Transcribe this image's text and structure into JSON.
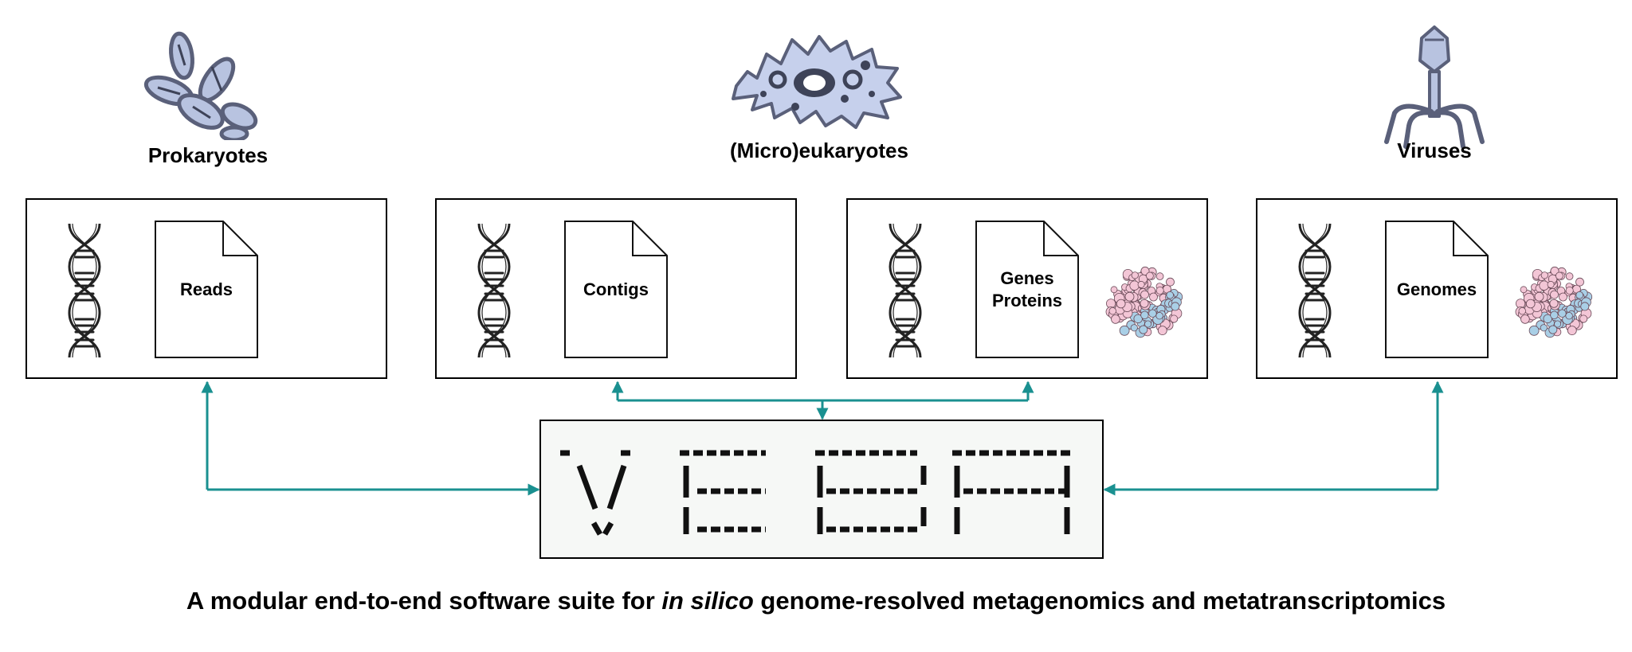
{
  "organisms": [
    {
      "label": "Prokaryotes",
      "icon": "bacteria-icon"
    },
    {
      "label": "(Micro)eukaryotes",
      "icon": "amoeba-icon"
    },
    {
      "label": "Viruses",
      "icon": "bacteriophage-icon"
    }
  ],
  "panels": [
    {
      "lines": [
        "Reads"
      ],
      "protein": false
    },
    {
      "lines": [
        "Contigs"
      ],
      "protein": false
    },
    {
      "lines": [
        "Genes",
        "Proteins"
      ],
      "protein": true
    },
    {
      "lines": [
        "Genomes"
      ],
      "protein": true
    }
  ],
  "center": {
    "name": "VEBA"
  },
  "tagline": {
    "before": "A modular end-to-end software suite for ",
    "italic": "in silico",
    "after": " genome-resolved metagenomics and metatranscriptomics"
  },
  "colors": {
    "arrow": "#1a9090",
    "border": "#000000",
    "organism_fill": "#b8c3e0",
    "organism_stroke": "#5a607a",
    "protein_pink": "#f3c6d6",
    "protein_blue": "#a9cfe6"
  }
}
